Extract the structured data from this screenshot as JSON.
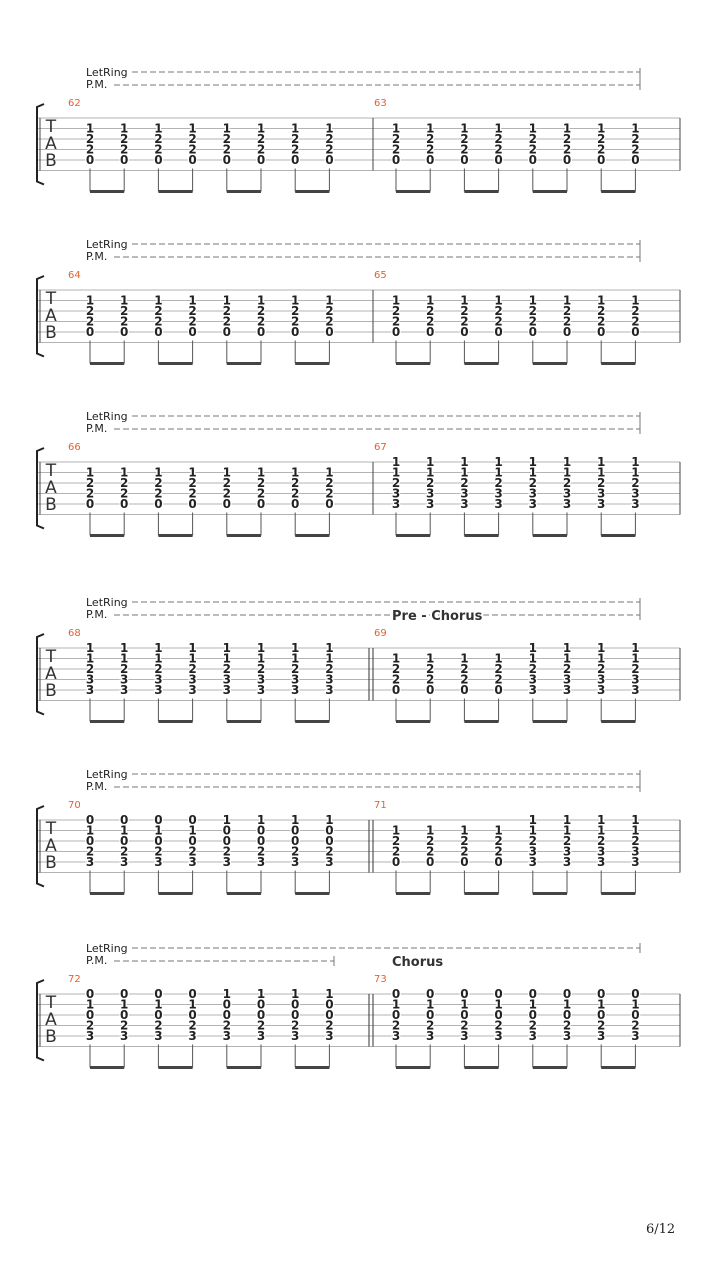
{
  "page": {
    "number_label": "6/12"
  },
  "labels": {
    "let_ring": "LetRing",
    "palm_mute": "P.M.",
    "tab_letters": [
      "T",
      "A",
      "B"
    ]
  },
  "colors": {
    "measure_number": "#e8602c",
    "text": "#222222",
    "staff_line": "#9a9a9a",
    "dash": "#777777"
  },
  "systems": [
    {
      "measures": [
        {
          "number": "62",
          "beats": [
            [
              "1",
              "2",
              "2",
              "0"
            ],
            [
              "1",
              "2",
              "2",
              "0"
            ],
            [
              "1",
              "2",
              "2",
              "0"
            ],
            [
              "1",
              "2",
              "2",
              "0"
            ],
            [
              "1",
              "2",
              "2",
              "0"
            ],
            [
              "1",
              "2",
              "2",
              "0"
            ],
            [
              "1",
              "2",
              "2",
              "0"
            ],
            [
              "1",
              "2",
              "2",
              "0"
            ]
          ]
        },
        {
          "number": "63",
          "beats": [
            [
              "1",
              "2",
              "2",
              "0"
            ],
            [
              "1",
              "2",
              "2",
              "0"
            ],
            [
              "1",
              "2",
              "2",
              "0"
            ],
            [
              "1",
              "2",
              "2",
              "0"
            ],
            [
              "1",
              "2",
              "2",
              "0"
            ],
            [
              "1",
              "2",
              "2",
              "0"
            ],
            [
              "1",
              "2",
              "2",
              "0"
            ],
            [
              "1",
              "2",
              "2",
              "0"
            ]
          ]
        }
      ]
    },
    {
      "measures": [
        {
          "number": "64",
          "beats": [
            [
              "1",
              "2",
              "2",
              "0"
            ],
            [
              "1",
              "2",
              "2",
              "0"
            ],
            [
              "1",
              "2",
              "2",
              "0"
            ],
            [
              "1",
              "2",
              "2",
              "0"
            ],
            [
              "1",
              "2",
              "2",
              "0"
            ],
            [
              "1",
              "2",
              "2",
              "0"
            ],
            [
              "1",
              "2",
              "2",
              "0"
            ],
            [
              "1",
              "2",
              "2",
              "0"
            ]
          ]
        },
        {
          "number": "65",
          "beats": [
            [
              "1",
              "2",
              "2",
              "0"
            ],
            [
              "1",
              "2",
              "2",
              "0"
            ],
            [
              "1",
              "2",
              "2",
              "0"
            ],
            [
              "1",
              "2",
              "2",
              "0"
            ],
            [
              "1",
              "2",
              "2",
              "0"
            ],
            [
              "1",
              "2",
              "2",
              "0"
            ],
            [
              "1",
              "2",
              "2",
              "0"
            ],
            [
              "1",
              "2",
              "2",
              "0"
            ]
          ]
        }
      ]
    },
    {
      "measures": [
        {
          "number": "66",
          "beats": [
            [
              "1",
              "2",
              "2",
              "0"
            ],
            [
              "1",
              "2",
              "2",
              "0"
            ],
            [
              "1",
              "2",
              "2",
              "0"
            ],
            [
              "1",
              "2",
              "2",
              "0"
            ],
            [
              "1",
              "2",
              "2",
              "0"
            ],
            [
              "1",
              "2",
              "2",
              "0"
            ],
            [
              "1",
              "2",
              "2",
              "0"
            ],
            [
              "1",
              "2",
              "2",
              "0"
            ]
          ]
        },
        {
          "number": "67",
          "beats": [
            [
              "1",
              "1",
              "2",
              "3",
              "3"
            ],
            [
              "1",
              "1",
              "2",
              "3",
              "3"
            ],
            [
              "1",
              "1",
              "2",
              "3",
              "3"
            ],
            [
              "1",
              "1",
              "2",
              "3",
              "3"
            ],
            [
              "1",
              "1",
              "2",
              "3",
              "3"
            ],
            [
              "1",
              "1",
              "2",
              "3",
              "3"
            ],
            [
              "1",
              "1",
              "2",
              "3",
              "3"
            ],
            [
              "1",
              "1",
              "2",
              "3",
              "3"
            ]
          ]
        }
      ]
    },
    {
      "section": "Pre - Chorus",
      "measures": [
        {
          "number": "68",
          "beats": [
            [
              "1",
              "1",
              "2",
              "3",
              "3"
            ],
            [
              "1",
              "1",
              "2",
              "3",
              "3"
            ],
            [
              "1",
              "1",
              "2",
              "3",
              "3"
            ],
            [
              "1",
              "1",
              "2",
              "3",
              "3"
            ],
            [
              "1",
              "1",
              "2",
              "3",
              "3"
            ],
            [
              "1",
              "1",
              "2",
              "3",
              "3"
            ],
            [
              "1",
              "1",
              "2",
              "3",
              "3"
            ],
            [
              "1",
              "1",
              "2",
              "3",
              "3"
            ]
          ]
        },
        {
          "number": "69",
          "beats": [
            [
              "1",
              "2",
              "2",
              "0"
            ],
            [
              "1",
              "2",
              "2",
              "0"
            ],
            [
              "1",
              "2",
              "2",
              "0"
            ],
            [
              "1",
              "2",
              "2",
              "0"
            ],
            [
              "1",
              "1",
              "2",
              "3",
              "3"
            ],
            [
              "1",
              "1",
              "2",
              "3",
              "3"
            ],
            [
              "1",
              "1",
              "2",
              "3",
              "3"
            ],
            [
              "1",
              "1",
              "2",
              "3",
              "3"
            ]
          ]
        }
      ]
    },
    {
      "measures": [
        {
          "number": "70",
          "beats": [
            [
              "0",
              "1",
              "0",
              "2",
              "3"
            ],
            [
              "0",
              "1",
              "0",
              "2",
              "3"
            ],
            [
              "0",
              "1",
              "0",
              "2",
              "3"
            ],
            [
              "0",
              "1",
              "0",
              "2",
              "3"
            ],
            [
              "1",
              "0",
              "0",
              "2",
              "3"
            ],
            [
              "1",
              "0",
              "0",
              "2",
              "3"
            ],
            [
              "1",
              "0",
              "0",
              "2",
              "3"
            ],
            [
              "1",
              "0",
              "0",
              "2",
              "3"
            ]
          ]
        },
        {
          "number": "71",
          "beats": [
            [
              "1",
              "2",
              "2",
              "0"
            ],
            [
              "1",
              "2",
              "2",
              "0"
            ],
            [
              "1",
              "2",
              "2",
              "0"
            ],
            [
              "1",
              "2",
              "2",
              "0"
            ],
            [
              "1",
              "1",
              "2",
              "3",
              "3"
            ],
            [
              "1",
              "1",
              "2",
              "3",
              "3"
            ],
            [
              "1",
              "1",
              "2",
              "3",
              "3"
            ],
            [
              "1",
              "1",
              "2",
              "3",
              "3"
            ]
          ]
        }
      ]
    },
    {
      "section": "Chorus",
      "measures": [
        {
          "number": "72",
          "beats": [
            [
              "0",
              "1",
              "0",
              "2",
              "3"
            ],
            [
              "0",
              "1",
              "0",
              "2",
              "3"
            ],
            [
              "0",
              "1",
              "0",
              "2",
              "3"
            ],
            [
              "0",
              "1",
              "0",
              "2",
              "3"
            ],
            [
              "1",
              "0",
              "0",
              "2",
              "3"
            ],
            [
              "1",
              "0",
              "0",
              "2",
              "3"
            ],
            [
              "1",
              "0",
              "0",
              "2",
              "3"
            ],
            [
              "1",
              "0",
              "0",
              "2",
              "3"
            ]
          ]
        },
        {
          "number": "73",
          "beats": [
            [
              "0",
              "1",
              "0",
              "2",
              "3"
            ],
            [
              "0",
              "1",
              "0",
              "2",
              "3"
            ],
            [
              "0",
              "1",
              "0",
              "2",
              "3"
            ],
            [
              "0",
              "1",
              "0",
              "2",
              "3"
            ],
            [
              "0",
              "1",
              "0",
              "2",
              "3"
            ],
            [
              "0",
              "1",
              "0",
              "2",
              "3"
            ],
            [
              "0",
              "1",
              "0",
              "2",
              "3"
            ],
            [
              "0",
              "1",
              "0",
              "2",
              "3"
            ]
          ]
        }
      ]
    }
  ]
}
